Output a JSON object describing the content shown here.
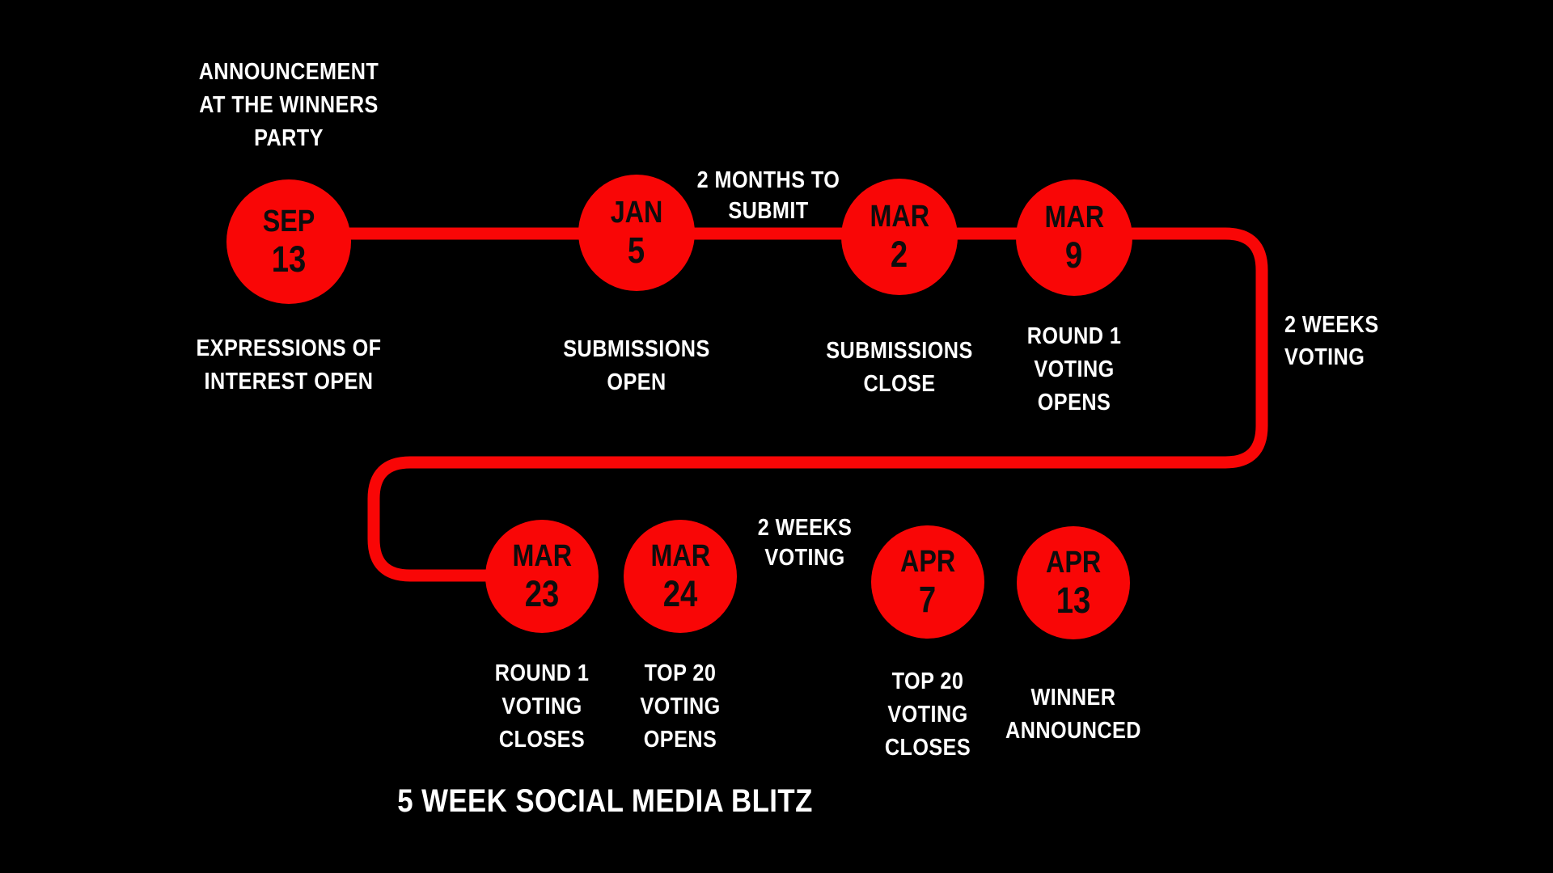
{
  "palette": {
    "background": "#000000",
    "accent_red": "#F90606",
    "circle_text": "#0D0D0D",
    "label_text": "#FFFFFF"
  },
  "milestones": [
    {
      "id": "sep-13",
      "month": "SEP",
      "day": "13",
      "caption": "EXPRESSIONS OF\nINTEREST OPEN"
    },
    {
      "id": "jan-5",
      "month": "JAN",
      "day": "5",
      "caption": "SUBMISSIONS\nOPEN"
    },
    {
      "id": "mar-2",
      "month": "MAR",
      "day": "2",
      "caption": "SUBMISSIONS\nCLOSE"
    },
    {
      "id": "mar-9",
      "month": "MAR",
      "day": "9",
      "caption": "ROUND 1\nVOTING\nOPENS"
    },
    {
      "id": "mar-23",
      "month": "MAR",
      "day": "23",
      "caption": "ROUND 1\nVOTING\nCLOSES"
    },
    {
      "id": "mar-24",
      "month": "MAR",
      "day": "24",
      "caption": "TOP 20\nVOTING\nOPENS"
    },
    {
      "id": "apr-7",
      "month": "APR",
      "day": "7",
      "caption": "TOP 20\nVOTING\nCLOSES"
    },
    {
      "id": "apr-13",
      "month": "APR",
      "day": "13",
      "caption": "WINNER\nANNOUNCED"
    }
  ],
  "annotations": {
    "announcement": "ANNOUNCEMENT\nAT THE WINNERS\nPARTY",
    "two_months": "2 MONTHS TO\nSUBMIT",
    "two_weeks_round1": "2 WEEKS\nVOTING",
    "two_weeks_top20": "2 WEEKS\nVOTING",
    "social_blitz": "5 WEEK SOCIAL MEDIA BLITZ"
  }
}
